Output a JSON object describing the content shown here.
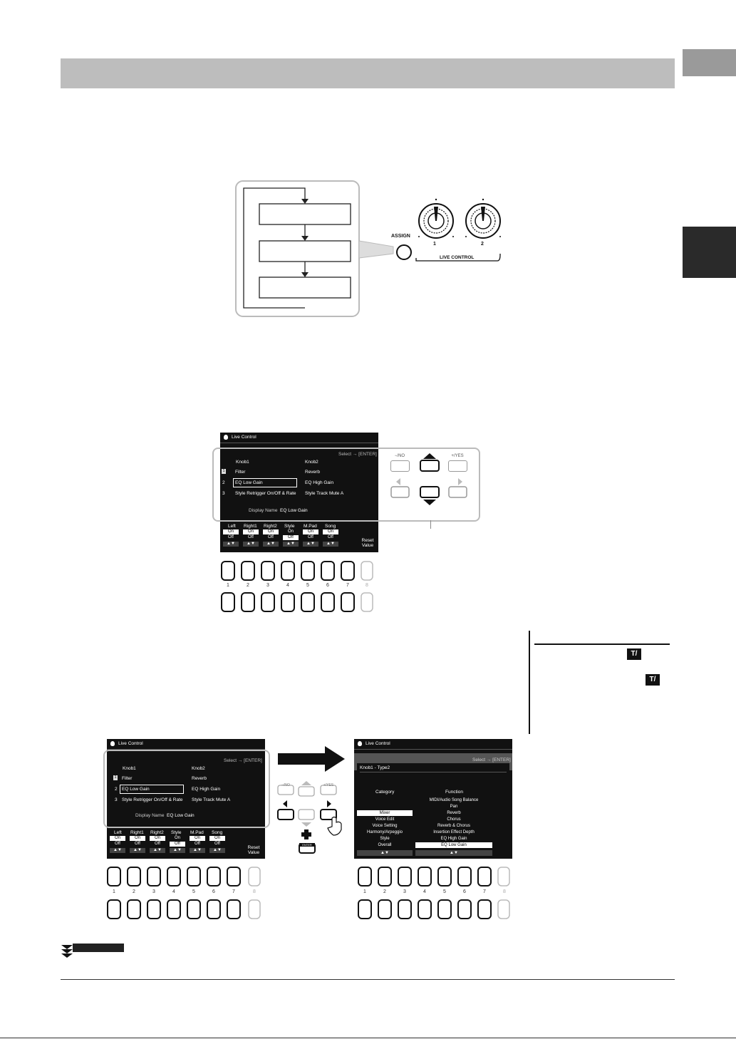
{
  "knobs": {
    "assign_label": "ASSIGN",
    "knob1_num": "1",
    "knob2_num": "2",
    "live_control": "LIVE CONTROL"
  },
  "screen": {
    "title": "Live Control",
    "select_hint": "Select → [ENTER]",
    "knob1_header": "Knob1",
    "knob2_header": "Knob2",
    "rows": [
      {
        "num": "1",
        "k1": "Filter",
        "k2": "Reverb"
      },
      {
        "num": "2",
        "k1": "EQ Low Gain",
        "k2": "EQ High Gain"
      },
      {
        "num": "3",
        "k1": "Style Retrigger On/Off & Rate",
        "k2": "Style Track Mute A"
      }
    ],
    "display_name_label": "Display Name",
    "display_name_value": "EQ Low Gain",
    "parts": [
      {
        "label": "Left",
        "on": "On",
        "off": "Off",
        "on_selected": true
      },
      {
        "label": "Right1",
        "on": "On",
        "off": "Off",
        "on_selected": true
      },
      {
        "label": "Right2",
        "on": "On",
        "off": "Off",
        "on_selected": true
      },
      {
        "label": "Style",
        "on": "On",
        "off": "Off",
        "on_selected": false
      },
      {
        "label": "M.Pad",
        "on": "On",
        "off": "Off",
        "on_selected": true
      },
      {
        "label": "Song",
        "on": "On",
        "off": "Off",
        "on_selected": true
      }
    ],
    "arrows": "▲▼",
    "reset_value": "Reset Value"
  },
  "cursor": {
    "minus_no": "−/NO",
    "plus_yes": "+/YES",
    "enter_label": "ENTER"
  },
  "panel_numbers": [
    "1",
    "2",
    "3",
    "4",
    "5",
    "6",
    "7",
    "8"
  ],
  "screen2": {
    "title": "Live Control",
    "select_hint": "Select → [ENTER]",
    "subtitle": "Knob1 - Type2",
    "category_header": "Category",
    "function_header": "Function",
    "categories": [
      "Mixer",
      "Voice Edit",
      "Voice Setting",
      "Harmony/Arpeggio",
      "Style",
      "Overall"
    ],
    "functions": [
      "MIDI/Audio Song Balance",
      "Pan",
      "Reverb",
      "Chorus",
      "Reverb & Chorus",
      "Insertion Effect Depth",
      "EQ High Gain",
      "EQ Low Gain"
    ],
    "selected_category": "Mixer",
    "selected_function": "EQ Low Gain"
  }
}
